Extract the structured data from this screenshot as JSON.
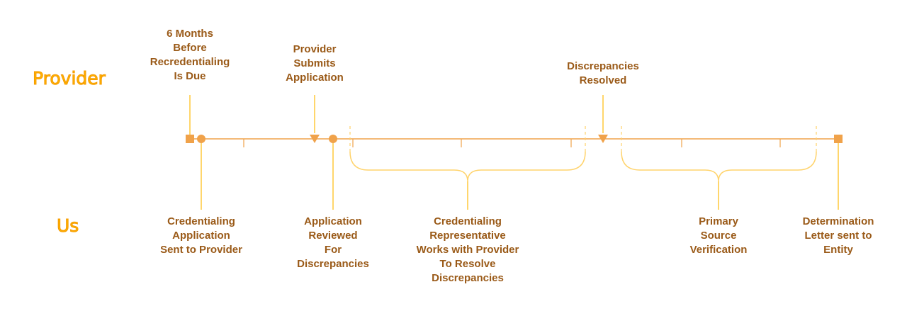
{
  "rows": {
    "provider_label": "Provider",
    "us_label": "Us"
  },
  "colors": {
    "timeline": "#f0a24a",
    "marker": "#f0a24a",
    "brace": "#ffd36b",
    "leader": "#ffc93a",
    "text": "#9a5a18",
    "row_label": "#ffb300"
  },
  "top_labels": [
    {
      "id": "six-months",
      "text": "6 Months\nBefore\nRecredentialing\nIs Due"
    },
    {
      "id": "provider-submits",
      "text": "Provider\nSubmits\nApplication"
    },
    {
      "id": "discrepancies-resolved",
      "text": "Discrepancies\nResolved"
    }
  ],
  "bottom_labels": [
    {
      "id": "credentialing-application-sent",
      "text": "Credentialing\nApplication\nSent to Provider"
    },
    {
      "id": "application-reviewed",
      "text": "Application\nReviewed\nFor\nDiscrepancies"
    },
    {
      "id": "representative-works",
      "text": "Credentialing\nRepresentative\nWorks with Provider\nTo Resolve\nDiscrepancies"
    },
    {
      "id": "primary-source-verification",
      "text": "Primary\nSource\nVerification"
    },
    {
      "id": "determination-letter",
      "text": "Determination\nLetter sent to\nEntity"
    }
  ],
  "markers": [
    {
      "id": "start-square",
      "shape": "square"
    },
    {
      "id": "sent-circle",
      "shape": "circle"
    },
    {
      "id": "submit-triangle",
      "shape": "triangle"
    },
    {
      "id": "review-circle",
      "shape": "circle"
    },
    {
      "id": "resolved-triangle",
      "shape": "triangle"
    },
    {
      "id": "end-square",
      "shape": "square"
    }
  ]
}
